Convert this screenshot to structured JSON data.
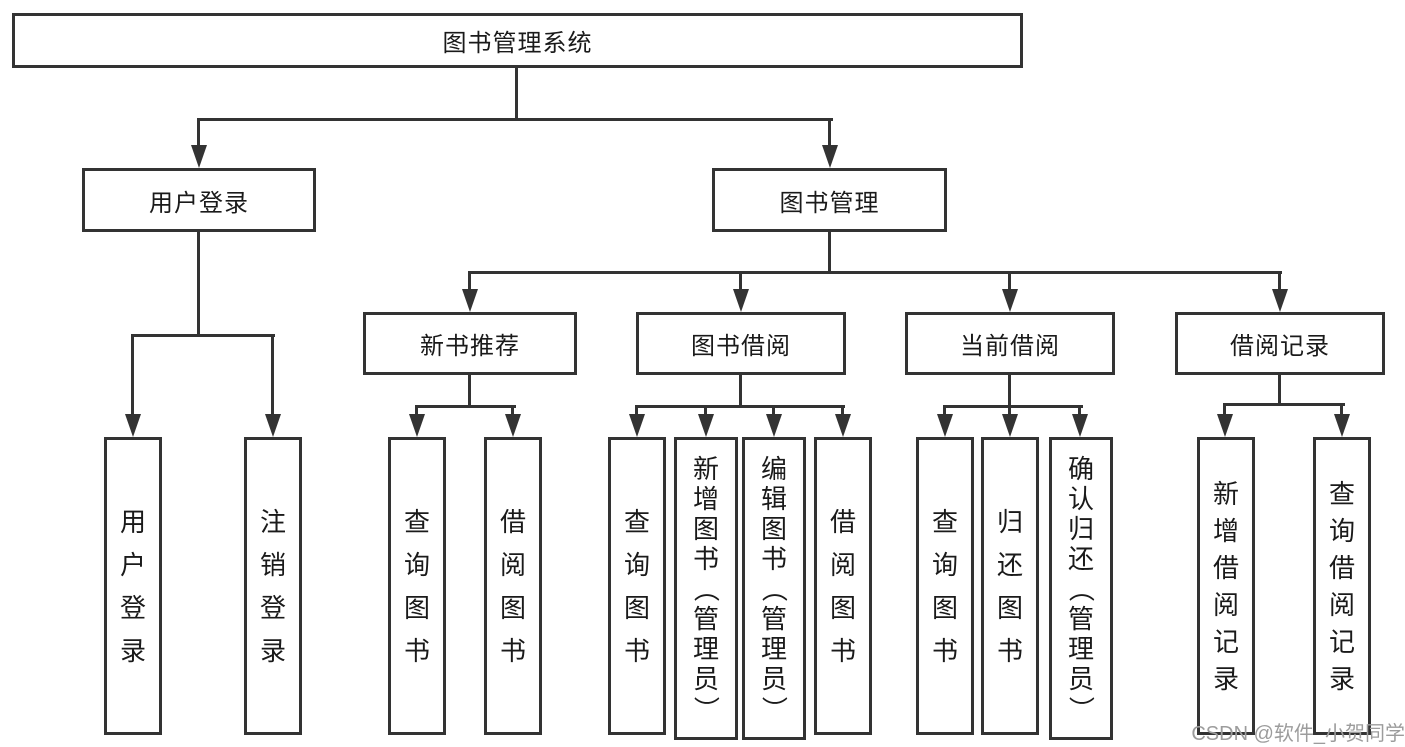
{
  "tree": {
    "label": "图书管理系统",
    "children": [
      {
        "label": "用户登录",
        "children": [
          {
            "label": "用户登录"
          },
          {
            "label": "注销登录"
          }
        ]
      },
      {
        "label": "图书管理",
        "children": [
          {
            "label": "新书推荐",
            "children": [
              {
                "label": "查询图书"
              },
              {
                "label": "借阅图书"
              }
            ]
          },
          {
            "label": "图书借阅",
            "children": [
              {
                "label": "查询图书"
              },
              {
                "label": "新增图书（管理员）"
              },
              {
                "label": "编辑图书（管理员）"
              },
              {
                "label": "借阅图书"
              }
            ]
          },
          {
            "label": "当前借阅",
            "children": [
              {
                "label": "查询图书"
              },
              {
                "label": "归还图书"
              },
              {
                "label": "确认归还（管理员）"
              }
            ]
          },
          {
            "label": "借阅记录",
            "children": [
              {
                "label": "新增借阅记录"
              },
              {
                "label": "查询借阅记录"
              }
            ]
          }
        ]
      }
    ]
  },
  "watermark": {
    "text": "CSDN @软件_小贺同学"
  },
  "colors": {
    "line": "#333333",
    "text": "#1a1a1a",
    "watermark": "#9c9c9c",
    "background": "#ffffff"
  }
}
